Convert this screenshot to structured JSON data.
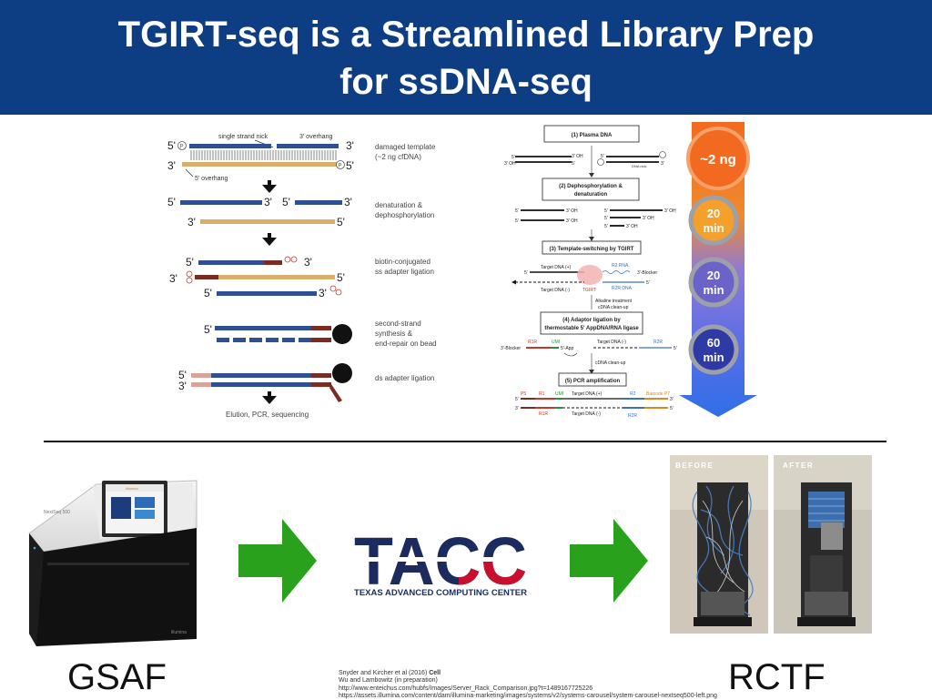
{
  "title": {
    "line1": "TGIRT-seq is a Streamlined Library Prep",
    "line2": "for ssDNA-seq"
  },
  "left_diagram": {
    "top_labels": {
      "nick": "single strand nick",
      "overhang3": "3' overhang",
      "overhang5": "5' overhang"
    },
    "ends": {
      "five": "5'",
      "three": "3'"
    },
    "badge": "P",
    "steps": [
      {
        "lines": [
          "damaged template",
          "(~2 ng cfDNA)"
        ]
      },
      {
        "lines": [
          "denaturation &",
          "dephosphorylation"
        ]
      },
      {
        "lines": [
          "biotin-conjugated",
          "ss adapter ligation"
        ]
      },
      {
        "lines": [
          "second-strand",
          "synthesis &",
          "end-repair on bead"
        ]
      },
      {
        "lines": [
          "ds adapter ligation"
        ]
      }
    ],
    "final": "Elution, PCR, sequencing"
  },
  "right_diagram": {
    "boxes": [
      {
        "lines": [
          "(1) Plasma DNA"
        ]
      },
      {
        "lines": [
          "(2) Dephosphorylation &",
          "denaturation"
        ]
      },
      {
        "lines": [
          "(3) Template-switching by TGIRT"
        ]
      },
      {
        "lines": [
          "(4) Adaptor ligation by",
          "thermostable 5' AppDNA/RNA ligase"
        ]
      },
      {
        "lines": [
          "(5) PCR amplification"
        ]
      }
    ],
    "labels": {
      "p5": "5'",
      "p3": "3'",
      "oh3": "3' OH",
      "dna_nick": "DNA nick",
      "p": "P",
      "target_plus": "Target DNA (+)",
      "target_minus": "Target DNA (-)",
      "r2rna": "R2 RNA",
      "r2rdna": "R2R DNA",
      "blocker": "3'-Blocker",
      "tgirt": "TGIRT",
      "alkaline": [
        "Alkaline treatment",
        "cDNA clean-up"
      ],
      "r1r": "R1R",
      "umi": "UMI",
      "app": "5'-App",
      "r2r": "R2R",
      "cdna_cleanup": "cDNA clean-up",
      "pcr_p5": "P5",
      "pcr_r1": "R1",
      "pcr_r2": "R2",
      "barcode": "Barcode P7"
    }
  },
  "timeline": [
    {
      "value": "~2 ng",
      "unit": ""
    },
    {
      "value": "20",
      "unit": "min"
    },
    {
      "value": "20",
      "unit": "min"
    },
    {
      "value": "60",
      "unit": "min"
    }
  ],
  "bottom": {
    "label_left": "GSAF",
    "label_right": "RCTF",
    "tacc_text": "TACC",
    "tacc_subtitle": "TEXAS ADVANCED COMPUTING CENTER",
    "instrument_brand": "illumina",
    "instrument_model": "NextSeq 500",
    "photo_before": "BEFORE",
    "photo_after": "AFTER",
    "colors": {
      "arrow": "#29a11c",
      "tacc_blue": "#1b2b5e",
      "tacc_red": "#c8102e"
    }
  },
  "references": {
    "line1_authors": "Snyder and Kircher et al (2016)",
    "line1_journal": "Cell",
    "line2": "Wu and Lambowitz (in preparation)",
    "line3": "http://www.enteichus.com/hubfs/Images/Server_Rack_Comparison.jpg?t=1489167725226",
    "line4": "https://assets.illumina.com/content/dam/illumina-marketing/images/systems/v2/systems-carousel/system-carousel-nextseq500-left.png"
  }
}
